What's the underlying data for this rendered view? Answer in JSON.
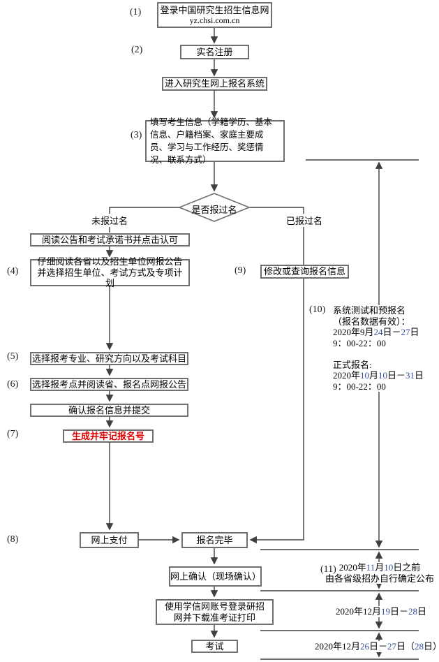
{
  "colors": {
    "red": "#dd0000",
    "blue": "#35519b",
    "line": "#404040",
    "border": "#6f6f6f"
  },
  "nodes": {
    "login": {
      "step": "(1)",
      "line1": "登录中国研究生招生信息网",
      "line2": "yz.chsi.com.cn"
    },
    "register": {
      "step": "(2)",
      "label": "实名注册"
    },
    "enter_system": {
      "label": "进入研究生网上报名系统"
    },
    "fill_info": {
      "step": "(3)",
      "label": "填写考生信息（学籍学历、基本信息、户籍档案、家庭主要成员、学习与工作经历、奖惩情况、联系方式）"
    },
    "decision": {
      "label": "是否报过名",
      "no_branch": "未报过名",
      "yes_branch": "已报过名"
    },
    "read_notice": {
      "label": "阅读公告和考试承诺书并点击认可"
    },
    "read_province": {
      "step": "(4)",
      "label": "仔细阅读各省以及招生单位网报公告并选择招生单位、考试方式及专项计划"
    },
    "choose_major": {
      "step": "(5)",
      "label": "选择报考专业、研究方向以及考试科目"
    },
    "choose_point": {
      "step": "(6)",
      "label": "选择报考点并阅读省、报名点网报公告"
    },
    "confirm_info": {
      "label": "确认报名信息并提交"
    },
    "gen_number": {
      "step": "(7)",
      "label": "生成并牢记报名号"
    },
    "pay_online": {
      "step": "(8)",
      "label": "网上支付"
    },
    "reg_done": {
      "label": "报名完毕"
    },
    "modify_query": {
      "step": "(9)",
      "label": "修改或查询报名信息"
    },
    "confirm_online": {
      "label": "网上确认（现场确认）"
    },
    "download_print": {
      "label": "使用学信网账号登录研招网并下载准考证打印"
    },
    "exam": {
      "label": "考试"
    }
  },
  "schedule10": {
    "step": "(10)",
    "lines": [
      "系统测试和预报名",
      "（报名数据有效）：",
      [
        {
          "t": "2020年9月"
        },
        {
          "t": "24",
          "c": "blue"
        },
        {
          "t": "日－"
        },
        {
          "t": "27",
          "c": "blue"
        },
        {
          "t": "日"
        }
      ],
      "9：00-22：00",
      "",
      "正式报名:",
      [
        {
          "t": "2020年"
        },
        {
          "t": "10",
          "c": "blue"
        },
        {
          "t": "月"
        },
        {
          "t": "10",
          "c": "blue"
        },
        {
          "t": "日－"
        },
        {
          "t": "31",
          "c": "blue"
        },
        {
          "t": "日"
        }
      ],
      "9：00-22：00"
    ]
  },
  "band11": {
    "step": "(11)",
    "lines": [
      [
        {
          "t": "2020年"
        },
        {
          "t": "11",
          "c": "blue"
        },
        {
          "t": "月"
        },
        {
          "t": "10",
          "c": "blue"
        },
        {
          "t": "日之前"
        }
      ],
      "由各省级招办自行确定公布"
    ]
  },
  "band12": {
    "lines": [
      [
        {
          "t": "2020年12月"
        },
        {
          "t": "19",
          "c": "blue"
        },
        {
          "t": "日－"
        },
        {
          "t": "28",
          "c": "blue"
        },
        {
          "t": "日"
        }
      ]
    ]
  },
  "band13": {
    "lines": [
      [
        {
          "t": "2020年12月"
        },
        {
          "t": "26",
          "c": "blue"
        },
        {
          "t": "日－"
        },
        {
          "t": "27",
          "c": "blue"
        },
        {
          "t": "日（"
        },
        {
          "t": "28",
          "c": "blue"
        },
        {
          "t": "日）"
        }
      ]
    ]
  }
}
